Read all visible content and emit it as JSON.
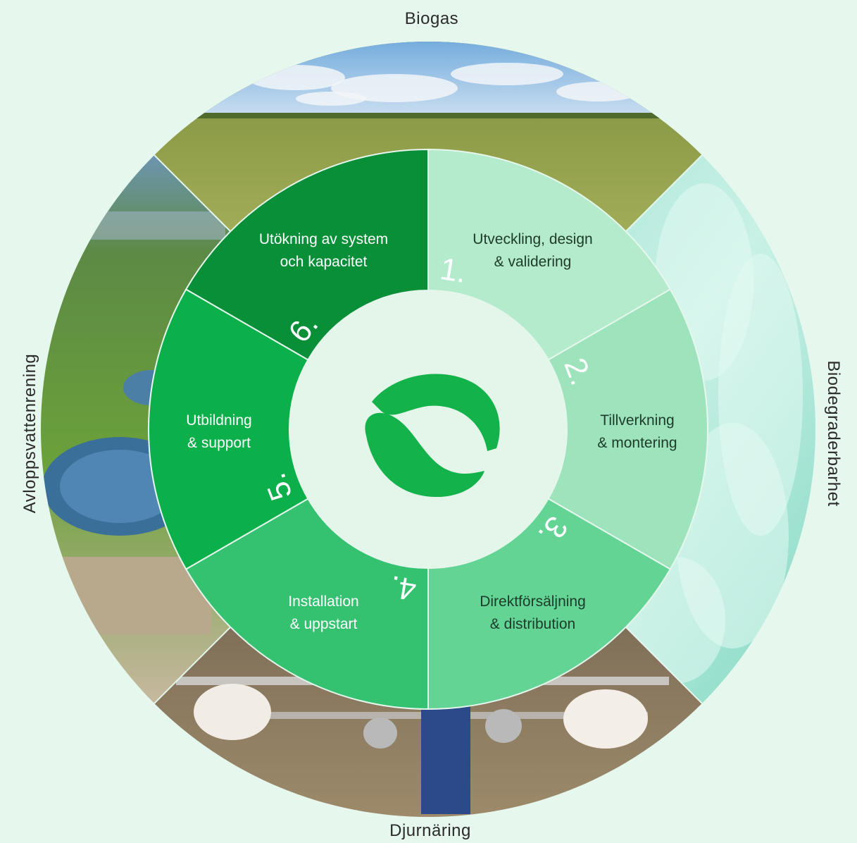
{
  "domains": {
    "top": "Biogas",
    "right": "Biodegraderbarhet",
    "bottom": "Djurnäring",
    "left": "Avloppsvattenrening"
  },
  "steps": [
    {
      "number": "1.",
      "line1": "Utveckling, design",
      "line2": "& validering",
      "color": "#b4ebcc",
      "text_color": "#1d3b2a"
    },
    {
      "number": "2.",
      "line1": "Tillverkning",
      "line2": "& montering",
      "color": "#9de3bb",
      "text_color": "#1d3b2a"
    },
    {
      "number": "3.",
      "line1": "Direktförsäljning",
      "line2": "& distribution",
      "color": "#63d494",
      "text_color": "#1d3b2a"
    },
    {
      "number": "4.",
      "line1": "Installation",
      "line2": "& uppstart",
      "color": "#34c270",
      "text_color": "#ffffff"
    },
    {
      "number": "5.",
      "line1": "Utbildning",
      "line2": "& support",
      "color": "#0bb04a",
      "text_color": "#ffffff"
    },
    {
      "number": "6.",
      "line1": "Utökning av system",
      "line2": "och kapacitet",
      "color": "#088f38",
      "text_color": "#ffffff"
    }
  ],
  "colors": {
    "background": "#e6f7ee",
    "center_disc": "#e4f5ea",
    "logo": "#13b24a",
    "divider": "#e6f7ee"
  },
  "images": [
    {
      "name": "biogas-field-image",
      "depicts": "grass field under cloudy sky"
    },
    {
      "name": "biodegradable-film-image",
      "depicts": "translucent mint green plastic film"
    },
    {
      "name": "livestock-feeding-image",
      "depicts": "calves in stalls with farmer carrying buckets"
    },
    {
      "name": "wastewater-plant-image",
      "depicts": "aerial view of wastewater treatment basins"
    }
  ]
}
